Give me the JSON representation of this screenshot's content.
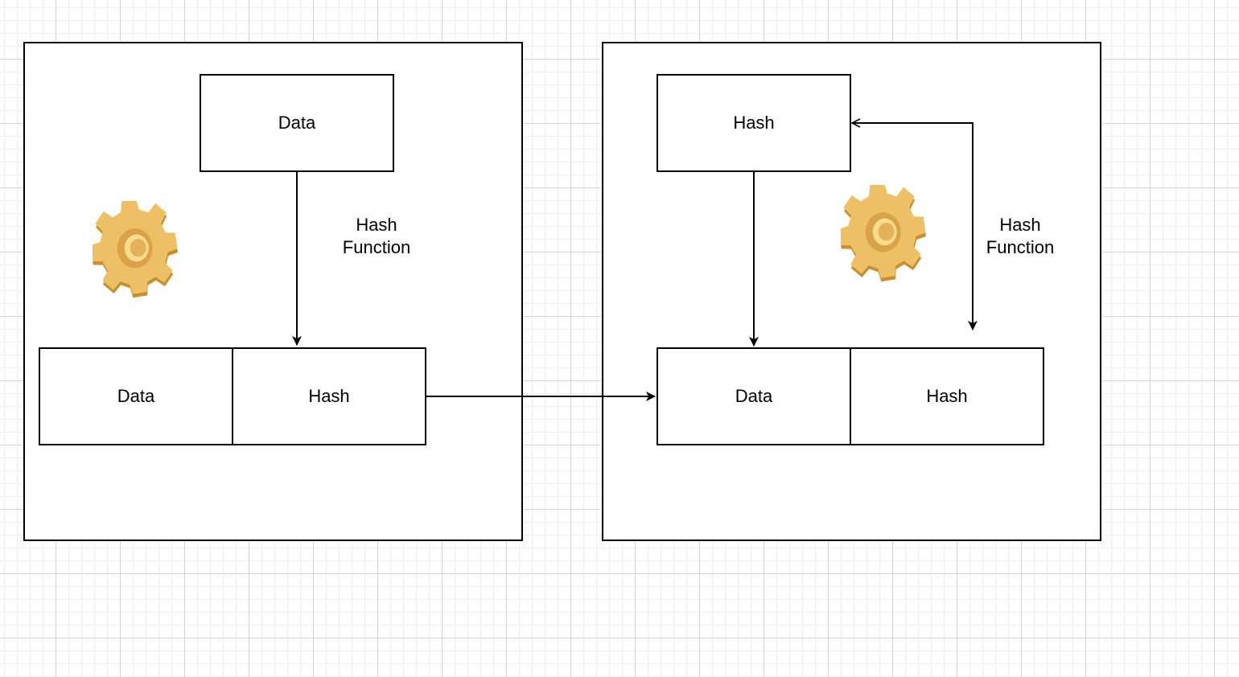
{
  "colors": {
    "stroke": "#000000",
    "gear_light": "#f6d57e",
    "gear_mid": "#e8b14a",
    "gear_dark": "#c98f2c"
  },
  "left_panel": {
    "top_box": "Data",
    "process_label_line1": "Hash",
    "process_label_line2": "Function",
    "gear_icon": "gear-icon",
    "record": {
      "data_cell": "Data",
      "hash_cell": "Hash"
    }
  },
  "right_panel": {
    "top_box": "Hash",
    "process_label_line1": "Hash",
    "process_label_line2": "Function",
    "gear_icon": "gear-icon",
    "record": {
      "data_cell": "Data",
      "hash_cell": "Hash"
    }
  }
}
